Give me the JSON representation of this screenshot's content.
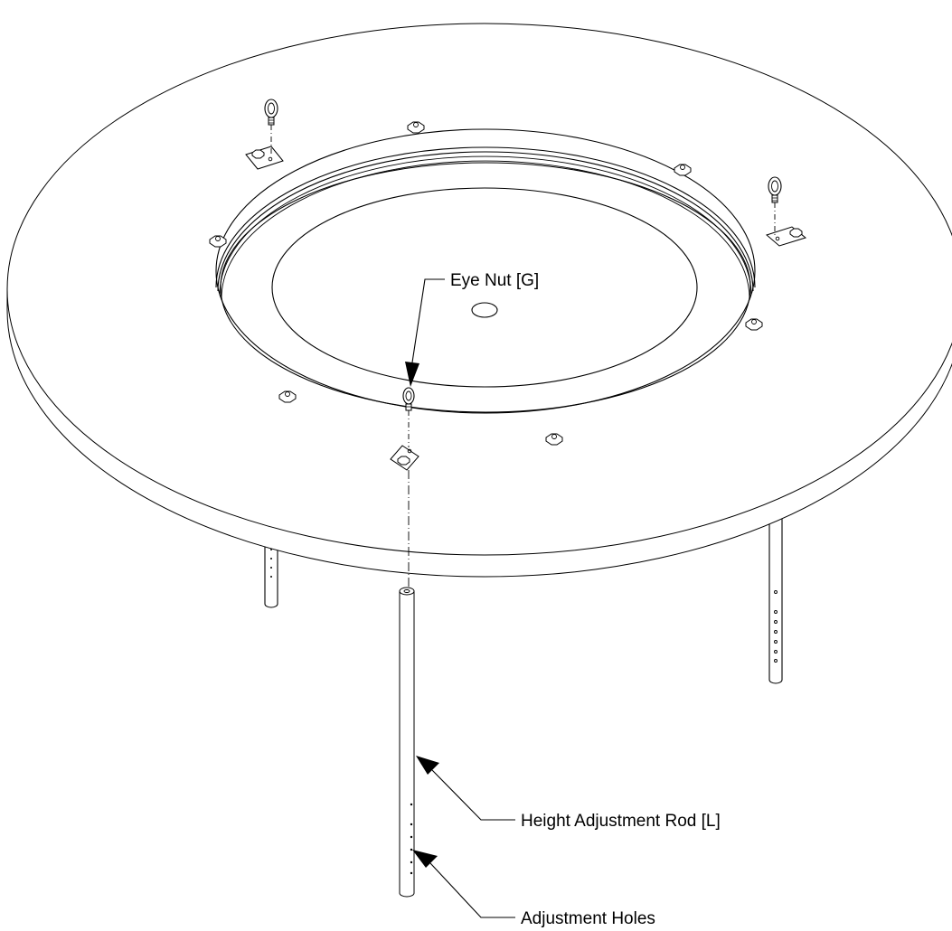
{
  "callouts": {
    "eye_nut": "Eye Nut [G]",
    "height_rod": "Height Adjustment Rod [L]",
    "adjustment_holes": "Adjustment Holes"
  },
  "colors": {
    "line": "#000000",
    "background": "#ffffff"
  }
}
